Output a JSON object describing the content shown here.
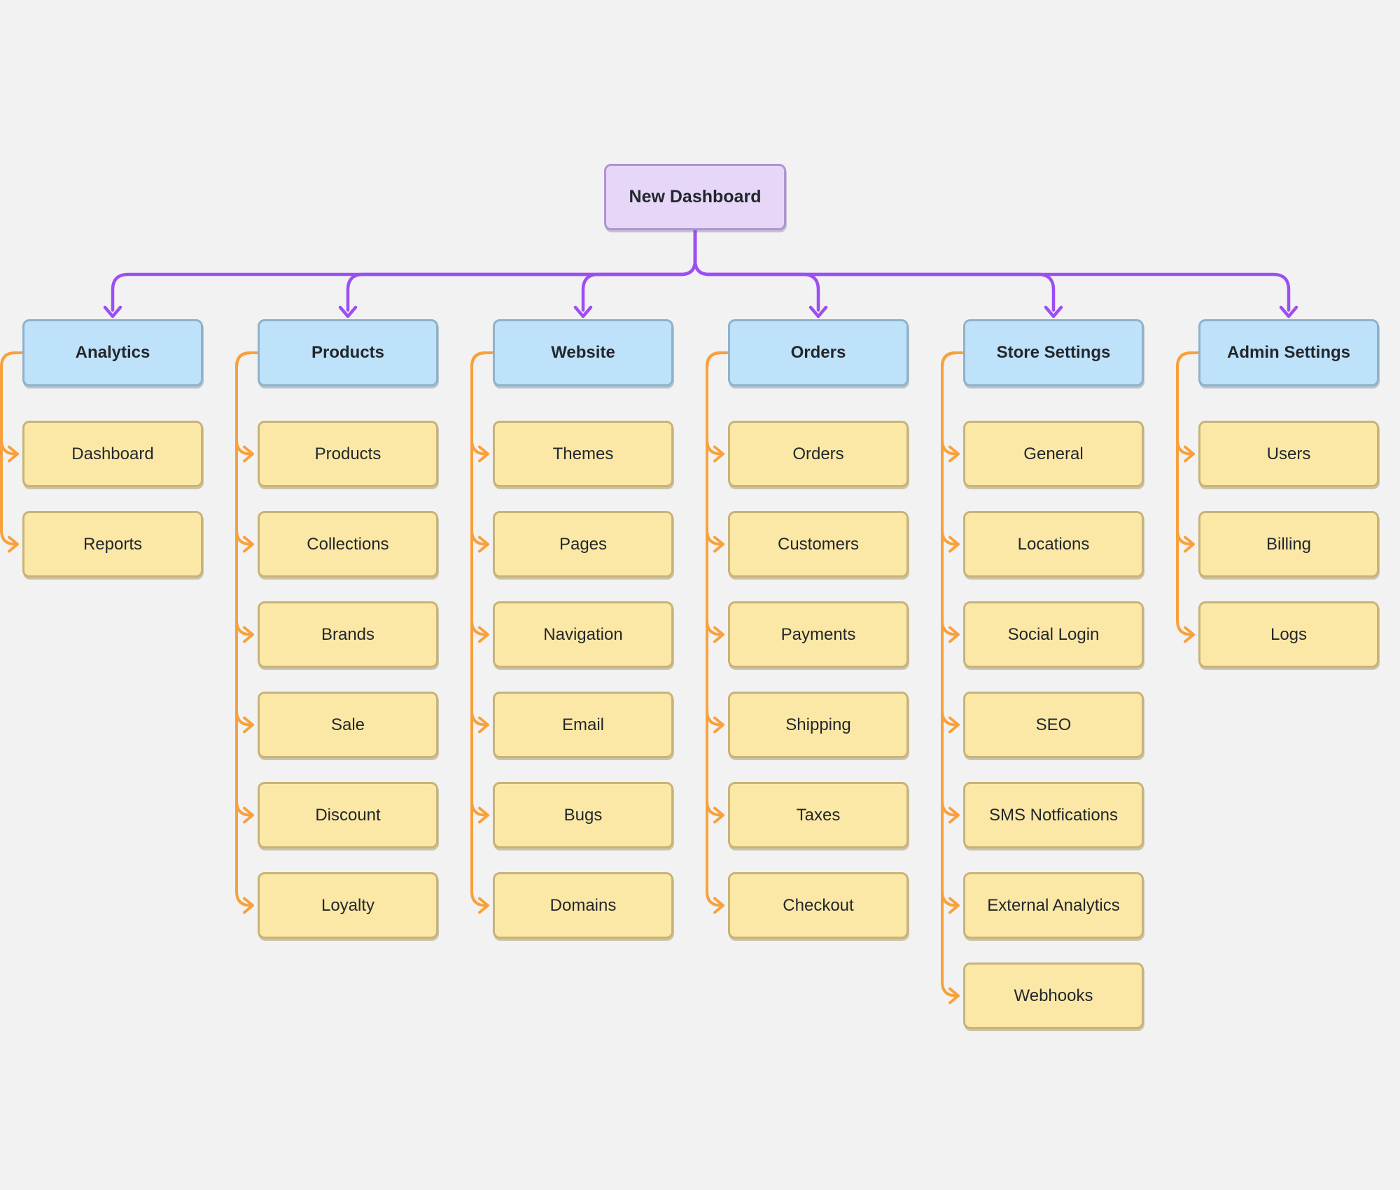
{
  "diagram": {
    "root": {
      "label": "New Dashboard"
    },
    "sections": [
      {
        "id": "analytics",
        "label": "Analytics",
        "children": [
          "Dashboard",
          "Reports"
        ]
      },
      {
        "id": "products",
        "label": "Products",
        "children": [
          "Products",
          "Collections",
          "Brands",
          "Sale",
          "Discount",
          "Loyalty"
        ]
      },
      {
        "id": "website",
        "label": "Website",
        "children": [
          "Themes",
          "Pages",
          "Navigation",
          "Email",
          "Bugs",
          "Domains"
        ]
      },
      {
        "id": "orders",
        "label": "Orders",
        "children": [
          "Orders",
          "Customers",
          "Payments",
          "Shipping",
          "Taxes",
          "Checkout"
        ]
      },
      {
        "id": "store-settings",
        "label": "Store Settings",
        "children": [
          "General",
          "Locations",
          "Social Login",
          "SEO",
          "SMS Notfications",
          "External Analytics",
          "Webhooks"
        ]
      },
      {
        "id": "admin-settings",
        "label": "Admin Settings",
        "children": [
          "Users",
          "Billing",
          "Logs"
        ]
      }
    ],
    "colors": {
      "background": "#f2f2f2",
      "text": "#23272c",
      "root_fill": "#e6d7f8",
      "root_border": "#af93d2",
      "section_fill": "#bee2fa",
      "section_border": "#8fb2c9",
      "child_fill": "#fce8a6",
      "child_border": "#c8b377",
      "parent_connector": "#9d4ef3",
      "child_connector": "#f8a13c"
    }
  }
}
